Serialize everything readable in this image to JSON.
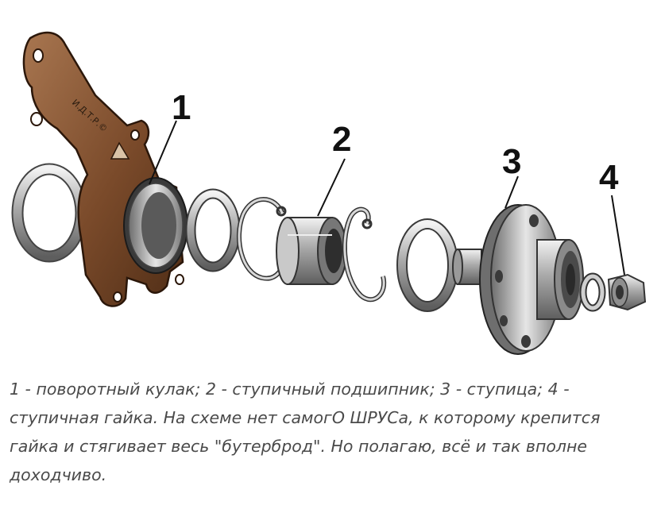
{
  "diagram": {
    "callouts": [
      "1",
      "2",
      "3",
      "4"
    ],
    "knuckle_stamp": "И.Д.Т.Р.©"
  },
  "caption": "1 - поворотный кулак; 2 - ступичный подшипник; 3 - ступица; 4 - ступичная гайка. На схеме нет самогО ШРУСа, к которому крепится гайка и стягивает весь \"бутерброд\". Но полагаю, всё и так вполне доходчиво.",
  "colors": {
    "knuckle": "#7a4a2a",
    "metal": "#b5b5b5",
    "caption_text": "#4a4a4a"
  }
}
